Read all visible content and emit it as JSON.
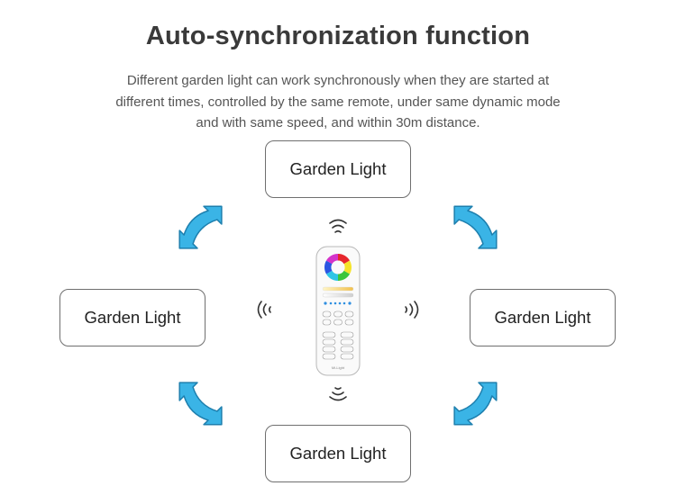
{
  "title": "Auto-synchronization function",
  "description": {
    "line1": "Different garden light can work synchronously when they are started at",
    "line2": "different times, controlled by the same remote, under same dynamic mode",
    "line3": "and with same speed, and within 30m distance."
  },
  "lights": {
    "top": "Garden Light",
    "left": "Garden Light",
    "right": "Garden Light",
    "bottom": "Garden Light"
  },
  "remote": {
    "brand": "Mi-Light"
  },
  "colors": {
    "arrow": "#3ab4e6",
    "arrow_outline": "#1d7fae",
    "box_border": "#6f6f6f"
  },
  "icons": [
    "sync-arrow-icon",
    "signal-wave-icon",
    "remote-control-icon"
  ]
}
